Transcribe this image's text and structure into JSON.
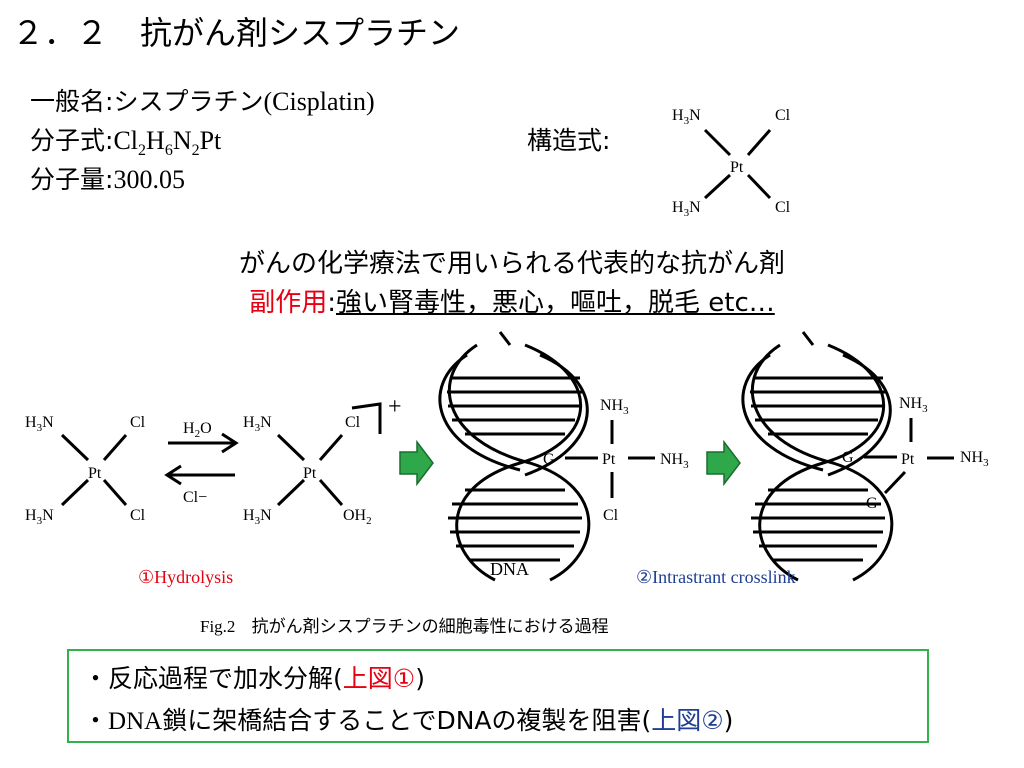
{
  "title": "２．２　抗がん剤シスプラチン",
  "info": {
    "name_label": "一般名",
    "name_value_jp": "シスプラチン",
    "name_value_en": "(Cisplatin)",
    "formula_label": "分子式",
    "formula_parts": [
      "Cl",
      "2",
      "H",
      "6",
      "N",
      "2",
      "Pt"
    ],
    "mass_label": "分子量",
    "mass_value": "300.05",
    "separator": ":"
  },
  "structure": {
    "label": "構造式",
    "ligand_top_left": "H3N",
    "ligand_top_right": "Cl",
    "ligand_bottom_left": "H3N",
    "ligand_bottom_right": "Cl",
    "center": "Pt"
  },
  "headline": "がんの化学療法で用いられる代表的な抗がん剤",
  "side_effects": {
    "label": "副作用",
    "separator": ":",
    "value": "強い腎毒性，悪心，嘔吐，脱毛 etc…"
  },
  "figure": {
    "reagent_forward": "H2O",
    "reagent_backward": "Cl−",
    "charge": "+",
    "mol1": {
      "tl": "H3N",
      "tr": "Cl",
      "bl": "H3N",
      "br": "Cl",
      "center": "Pt"
    },
    "mol2": {
      "tl": "H3N",
      "tr": "Cl",
      "bl": "H3N",
      "br": "OH2",
      "center": "Pt"
    },
    "dna1": {
      "top": "NH3",
      "right": "NH3",
      "bottom": "Cl",
      "base": "G",
      "center": "Pt"
    },
    "dna2": {
      "top": "NH3",
      "right": "NH3",
      "base1": "G",
      "base2": "G",
      "center": "Pt"
    },
    "label_hydrolysis": "①Hydrolysis",
    "label_dna": "DNA",
    "label_crosslink": "②Intrastrant crosslink",
    "caption_num": "Fig.2",
    "caption_text": "抗がん剤シスプラチンの細胞毒性における過程"
  },
  "summary": {
    "line1_prefix": "・反応過程で加水分解(",
    "line1_ref": "上図①",
    "line1_suffix": ")",
    "line2_bullet": "・",
    "line2_dna1": "DNA",
    "line2_mid": "鎖に架橋結合することでDNAの複製を阻害(",
    "line2_ref": "上図②",
    "line2_suffix": ")"
  },
  "colors": {
    "red": "#e60012",
    "blue": "#1f3e94",
    "green_arrow": "#2ea84a",
    "box_border": "#2fb34a"
  }
}
